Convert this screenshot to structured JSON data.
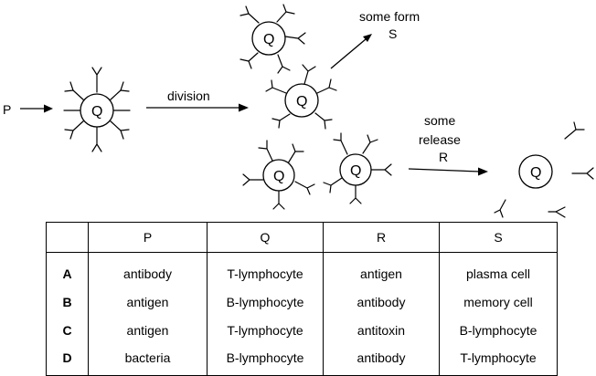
{
  "diagram": {
    "input_label": "P",
    "cell_label": "Q",
    "division_label": "division",
    "form_label_line1": "some form",
    "form_label_line2": "S",
    "release_label_line1": "some",
    "release_label_line2": "release",
    "release_label_line3": "R"
  },
  "table": {
    "headers": [
      "",
      "P",
      "Q",
      "R",
      "S"
    ],
    "rows": [
      {
        "letter": "A",
        "p": "antibody",
        "q": "T-lymphocyte",
        "r": "antigen",
        "s": "plasma cell"
      },
      {
        "letter": "B",
        "p": "antigen",
        "q": "B-lymphocyte",
        "r": "antibody",
        "s": "memory cell"
      },
      {
        "letter": "C",
        "p": "antigen",
        "q": "T-lymphocyte",
        "r": "antitoxin",
        "s": "B-lymphocyte"
      },
      {
        "letter": "D",
        "p": "bacteria",
        "q": "B-lymphocyte",
        "r": "antibody",
        "s": "T-lymphocyte"
      }
    ]
  }
}
